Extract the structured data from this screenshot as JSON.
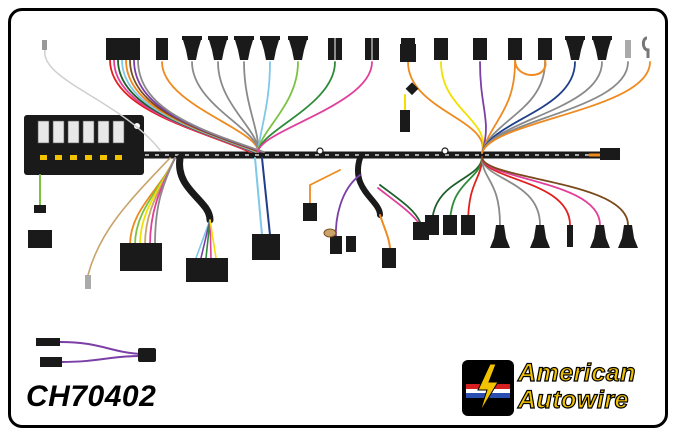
{
  "diagram": {
    "part_number": "CH70402",
    "brand": {
      "line_1": "American",
      "line_2": "Autowire"
    },
    "wire_colors": {
      "black": "#1a1a1a",
      "white": "#cfcfcf",
      "gray": "#8a8a8a",
      "orange": "#ee8a1f",
      "pink": "#e0409a",
      "purple": "#7b3fa8",
      "brown": "#7a4a1a",
      "green": "#2e8b3a",
      "light_green": "#7cc242",
      "dark_green": "#1f5f2a",
      "red": "#e02020",
      "yellow": "#f2e000",
      "light_blue": "#7ec8e8",
      "dark_blue": "#1f3f8a",
      "tan": "#c9a36a"
    },
    "logo_colors": {
      "bg": "#000000",
      "red": "#d62020",
      "white": "#ffffff",
      "blue": "#2a4fb0",
      "yellow": "#f2c200"
    }
  }
}
